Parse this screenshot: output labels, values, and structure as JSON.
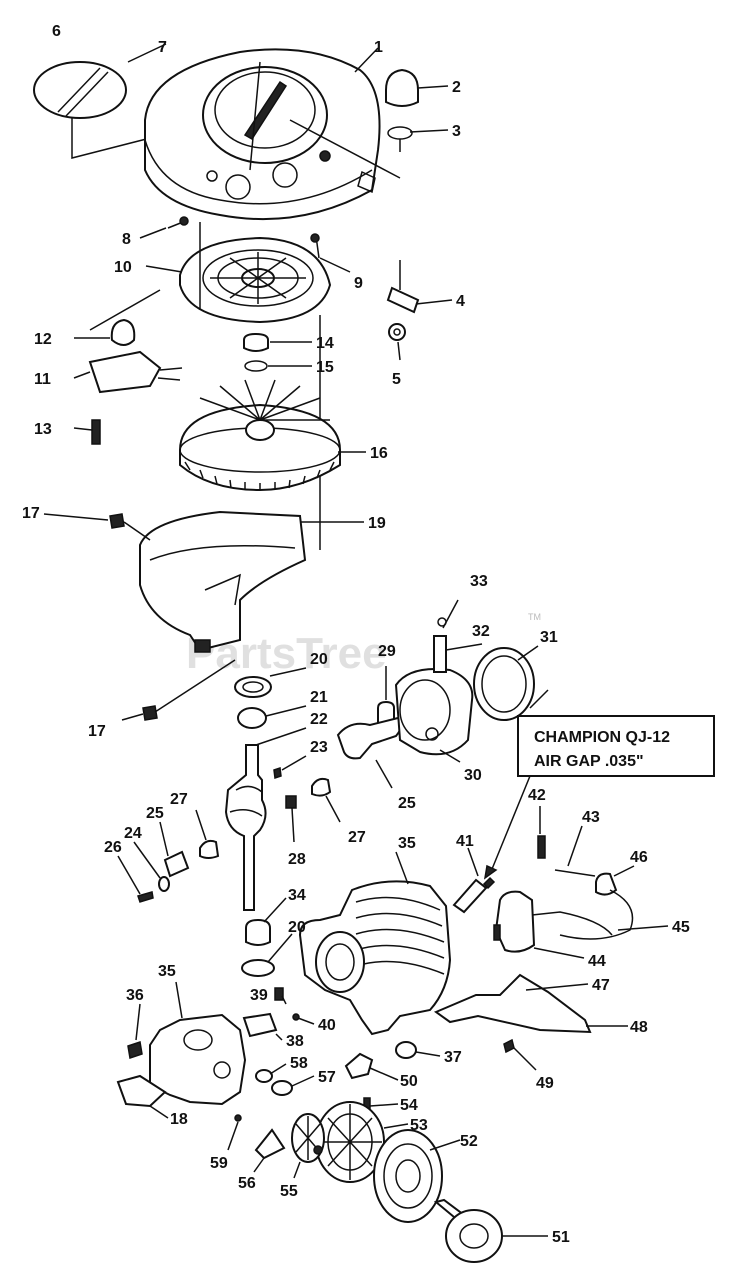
{
  "watermark": {
    "brand": "PartsTree",
    "mark": "TM"
  },
  "callout": {
    "line1": "CHAMPION QJ-12",
    "line2": "AIR GAP .035\""
  },
  "labels": {
    "p1": "1",
    "p2": "2",
    "p3": "3",
    "p4": "4",
    "p5": "5",
    "p6": "6",
    "p7": "7",
    "p8": "8",
    "p9": "9",
    "p10": "10",
    "p11": "11",
    "p12": "12",
    "p13": "13",
    "p14": "14",
    "p15": "15",
    "p16": "16",
    "p17a": "17",
    "p17b": "17",
    "p19": "19",
    "p20a": "20",
    "p20b": "20",
    "p21": "21",
    "p22": "22",
    "p23": "23",
    "p24": "24",
    "p25a": "25",
    "p25b": "25",
    "p26": "26",
    "p27a": "27",
    "p27b": "27",
    "p28": "28",
    "p29": "29",
    "p30": "30",
    "p31": "31",
    "p32": "32",
    "p33": "33",
    "p34": "34",
    "p35a": "35",
    "p35b": "35",
    "p36": "36",
    "p37": "37",
    "p38": "38",
    "p39": "39",
    "p40": "40",
    "p41": "41",
    "p42": "42",
    "p43": "43",
    "p44": "44",
    "p45": "45",
    "p46": "46",
    "p47": "47",
    "p48": "48",
    "p49": "49",
    "p50": "50",
    "p51": "51",
    "p52": "52",
    "p53": "53",
    "p54": "54",
    "p55": "55",
    "p56": "56",
    "p57": "57",
    "p58": "58",
    "p59": "59",
    "p18": "18"
  }
}
